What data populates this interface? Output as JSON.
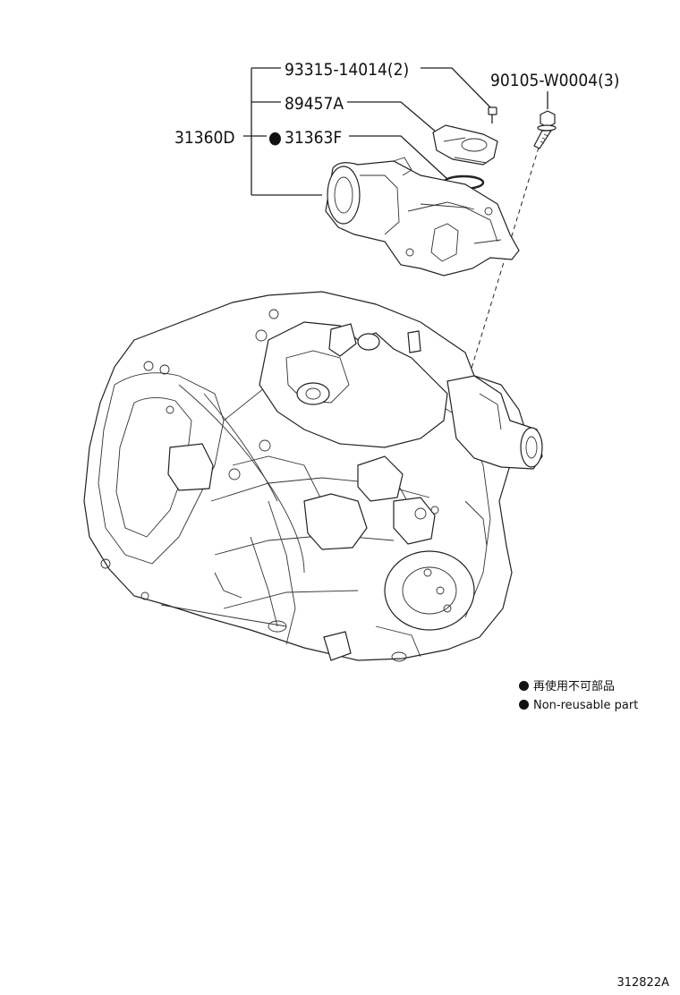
{
  "parts": {
    "p93315": "93315-14014(2)",
    "p89457": "89457A",
    "p31360": "31360D",
    "p31363": "31363F",
    "p90105": "90105-W0004(3)"
  },
  "non_reusable_marker": "●",
  "legend": {
    "jp": "再使用不可部品",
    "en": "Non-reusable part"
  },
  "diagram_id": "312822A"
}
